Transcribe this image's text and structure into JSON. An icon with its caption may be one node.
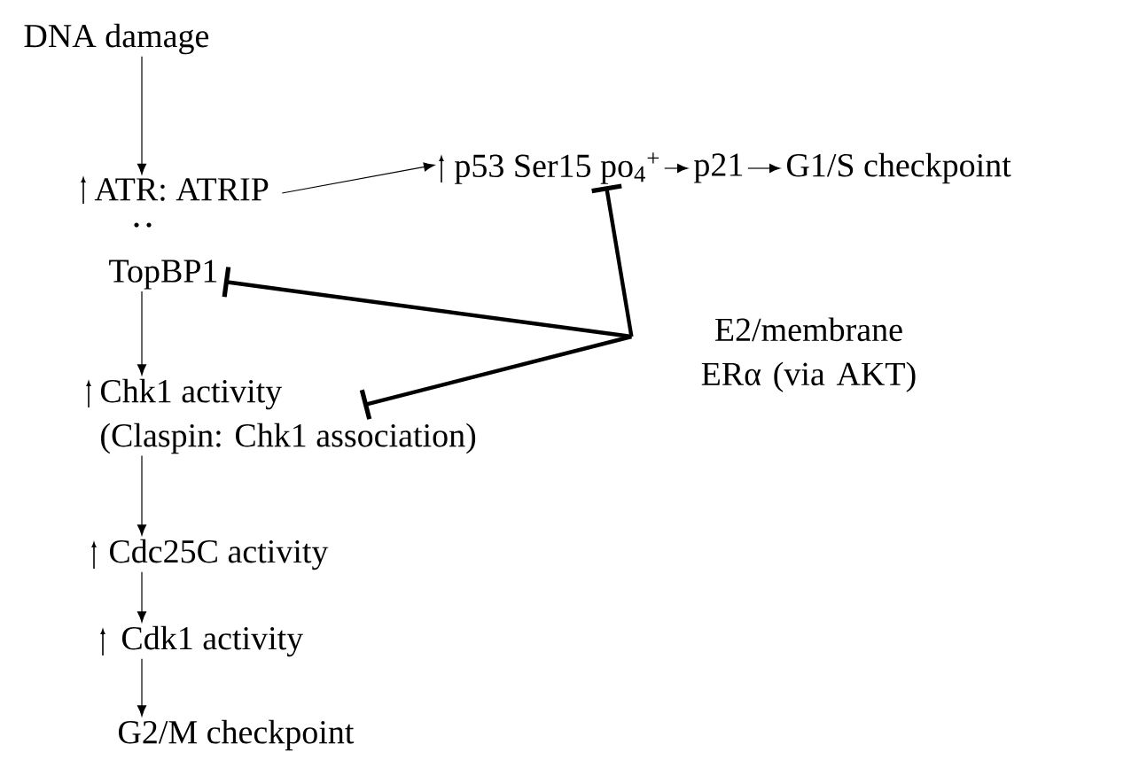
{
  "diagram": {
    "nodes": [
      {
        "text": [
          "DNA damage"
        ]
      },
      {
        "text": [
          "ATR: ATRIP"
        ]
      },
      {
        "text": [
          "TopBP1"
        ]
      },
      {
        "text": [
          "Chk1 activity",
          "(Claspin: Chk1 association)"
        ]
      },
      {
        "text": [
          "Cdc25C activity"
        ]
      },
      {
        "text": [
          "Cdk1 activity"
        ]
      },
      {
        "text": [
          "G2/M checkpoint"
        ]
      },
      {
        "text": [
          "p53 Ser15 po$_{4}$$^{+}$"
        ]
      },
      {
        "text": [
          "p21"
        ]
      },
      {
        "text": [
          "G1/S checkpoint"
        ]
      },
      {
        "text": [
          "E2/membrane ERα (via AKT)"
        ]
      }
    ],
    "edges": [
      {
        "from": 0,
        "to": 1,
        "arrow": "to"
      },
      {
        "from": 2,
        "to": 3,
        "arrow": "to"
      },
      {
        "from": 3,
        "to": 4,
        "arrow": "to"
      },
      {
        "from": 4,
        "to": 5,
        "arrow": "to"
      },
      {
        "from": 5,
        "to": 6,
        "arrow": "to"
      },
      {
        "from": 1,
        "to": 7,
        "arrow": "to"
      },
      {
        "from": 7,
        "to": 8,
        "arrow": "to"
      },
      {
        "from": 8,
        "to": 9,
        "arrow": "to"
      },
      {
        "from": 10,
        "to": 7,
        "arrow": "other",
        "style": "thick"
      },
      {
        "from": 10,
        "to": 2,
        "arrow": "other",
        "style": "thick"
      },
      {
        "from": 10,
        "to": 3,
        "arrow": "other",
        "style": "thick"
      }
    ]
  }
}
